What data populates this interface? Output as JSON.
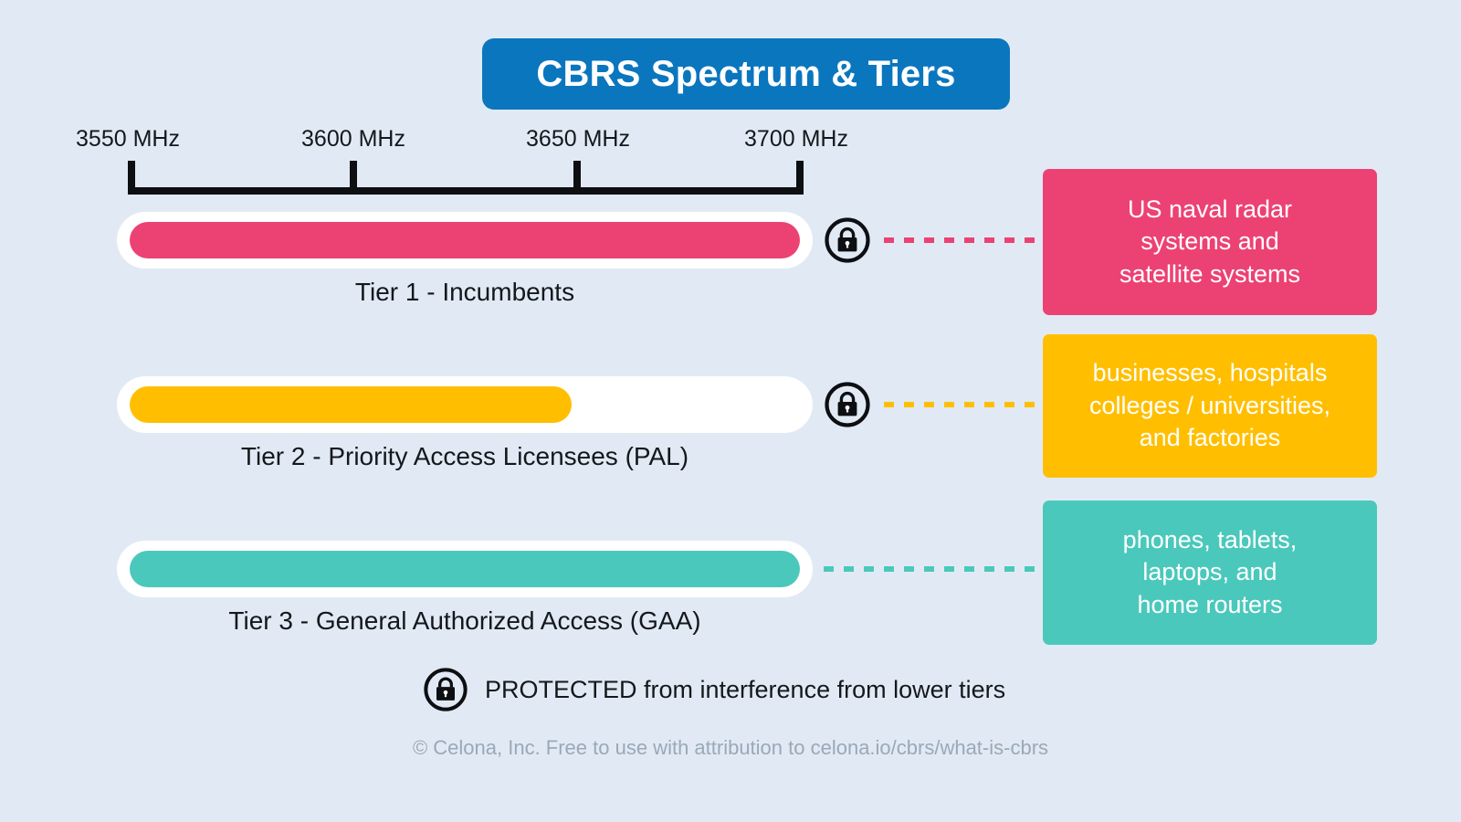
{
  "title": {
    "text": "CBRS Spectrum & Tiers",
    "background_color": "#0a76be",
    "text_color": "#ffffff"
  },
  "background_color": "#e1eaf4",
  "scale": {
    "unit": "MHz",
    "ticks": [
      {
        "label": "3550 MHz",
        "value": 3550
      },
      {
        "label": "3600 MHz",
        "value": 3600
      },
      {
        "label": "3650 MHz",
        "value": 3650
      },
      {
        "label": "3700 MHz",
        "value": 3700
      }
    ],
    "range_start": 3550,
    "range_end": 3700
  },
  "tiers": [
    {
      "caption": "Tier 1 - Incumbents",
      "color": "#ec4273",
      "fill_percent": 100,
      "protected": true,
      "lock_icon": "lock-icon",
      "callout": "US naval radar\nsystems and\nsatellite systems"
    },
    {
      "caption": "Tier 2 - Priority Access Licensees (PAL)",
      "color": "#ffbf00",
      "fill_percent": 66,
      "protected": true,
      "lock_icon": "lock-icon",
      "callout": "businesses, hospitals\ncolleges / universities,\nand factories"
    },
    {
      "caption": "Tier 3 - General Authorized Access (GAA)",
      "color": "#4bc8bc",
      "fill_percent": 100,
      "protected": false,
      "lock_icon": null,
      "callout": "phones, tablets,\nlaptops, and\nhome routers"
    }
  ],
  "legend": {
    "icon": "lock-icon",
    "text": "PROTECTED from interference from lower tiers"
  },
  "attribution": "© Celona, Inc. Free to use with attribution to celona.io/cbrs/what-is-cbrs"
}
